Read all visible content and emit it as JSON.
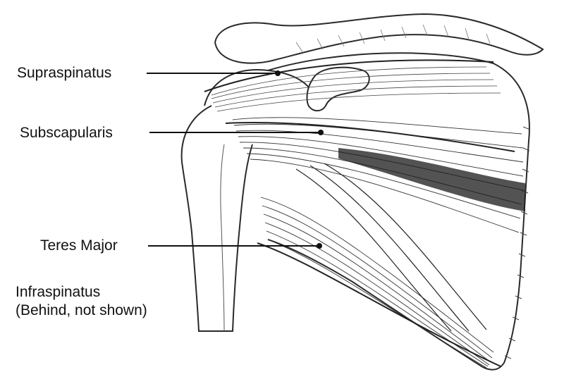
{
  "labels": {
    "supraspinatus": "Supraspinatus",
    "subscapularis": "Subscapularis",
    "teres_major": "Teres Major",
    "infraspinatus_line1": "Infraspinatus",
    "infraspinatus_line2": "(Behind, not shown)"
  },
  "colors": {
    "ink": "#111111",
    "background": "#ffffff",
    "stroke": "#2a2a2a",
    "hatch": "#555555"
  }
}
